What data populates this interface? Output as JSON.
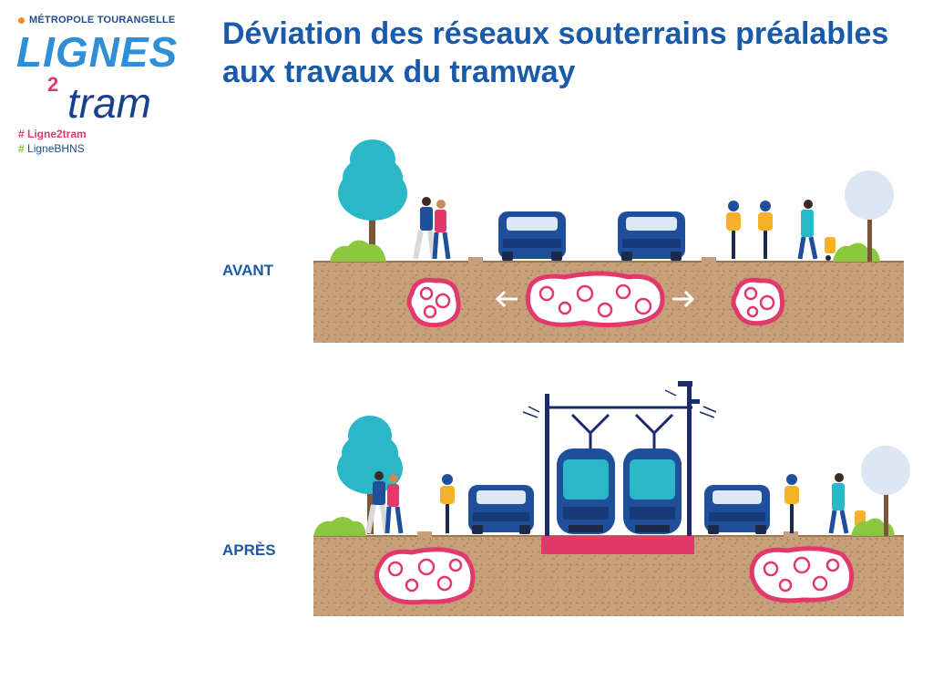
{
  "brand": {
    "org": "MÉTROPOLE TOURANGELLE",
    "line1": "LIGNES",
    "line2_num": "2",
    "line2": "tram",
    "tag1": "# Ligne2tram",
    "tag2_hash": "#",
    "tag2": "LigneBHNS"
  },
  "title": "Déviation des réseaux souterrains préalables aux travaux du tramway",
  "labels": {
    "before": "AVANT",
    "after": "APRÈS"
  },
  "colors": {
    "title_blue": "#1a5aab",
    "soil": "#c7a07a",
    "network_pink": "#e2396d",
    "tram_platform": "#e2396d",
    "tree": "#2ab7c7",
    "car": "#1f4f9a"
  }
}
